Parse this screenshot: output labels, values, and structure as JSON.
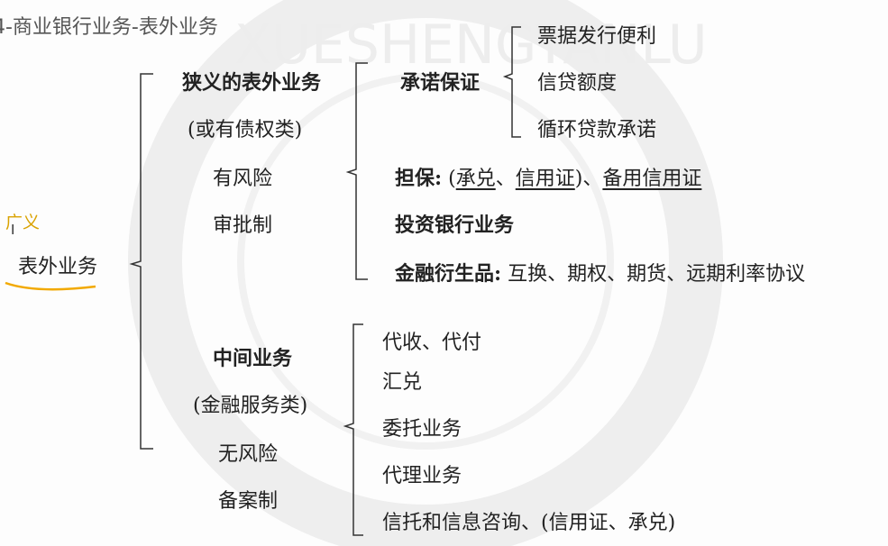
{
  "title": "4-商业银行业务-表外业务",
  "root": {
    "broad_label": "广义",
    "label": "表外业务"
  },
  "narrow": {
    "label": "狭义的表外业务",
    "sub": "(或有债权类)",
    "risk": "有风险",
    "approval": "审批制"
  },
  "commitment": {
    "label": "承诺保证",
    "items": [
      "票据发行便利",
      "信贷额度",
      "循环贷款承诺"
    ]
  },
  "guarantee": {
    "label": "担保:",
    "paren_open": "(",
    "accept": "承兑",
    "sep1": "、",
    "lc": "信用证",
    "paren_close": ")",
    "sep2": "、",
    "standby": "备用信用证"
  },
  "investment_banking": "投资银行业务",
  "derivatives": {
    "label": "金融衍生品:",
    "items": "互换、期权、期货、远期利率协议"
  },
  "intermediate": {
    "label": "中间业务",
    "sub": "(金融服务类)",
    "risk": "无风险",
    "approval": "备案制"
  },
  "services": [
    "代收、代付",
    "汇兑",
    "委托业务",
    "代理业务",
    "信托和信息咨询、(信用证、承兑)"
  ],
  "watermark": {
    "text": "XUESHENGYANLU"
  }
}
